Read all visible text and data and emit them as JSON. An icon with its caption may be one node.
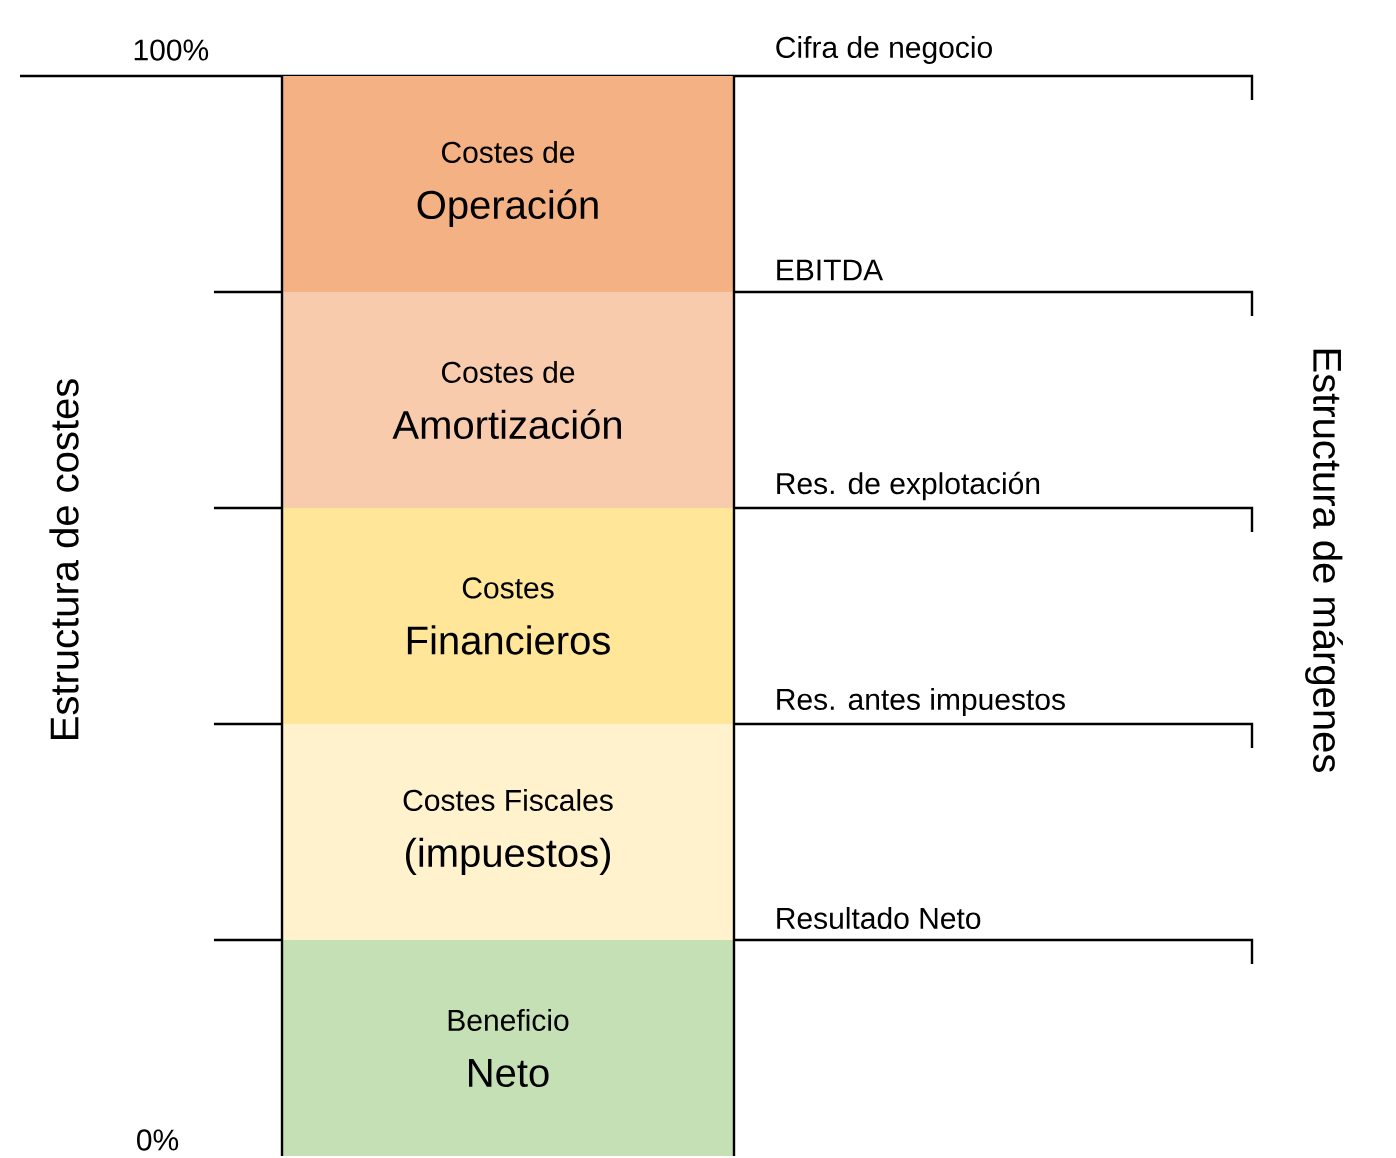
{
  "diagram": {
    "nodes": [
      {
        "text": [
          "Costes de",
          "Operación"
        ]
      },
      {
        "text": [
          "Costes de",
          "Amortización"
        ]
      },
      {
        "text": [
          "Costes",
          "Financieros"
        ]
      },
      {
        "text": [
          "Costes Fiscales",
          "(impuestos)"
        ]
      },
      {
        "text": [
          "Beneficio",
          "Neto"
        ]
      }
    ],
    "labels": [
      "100%",
      "Cifra de negocio",
      "EBITDA",
      "Res. de explotación",
      "Res. antes impuestos",
      "Resultado Neto",
      "0%",
      "Estructura de costes",
      "Estructura de márgenes"
    ]
  }
}
